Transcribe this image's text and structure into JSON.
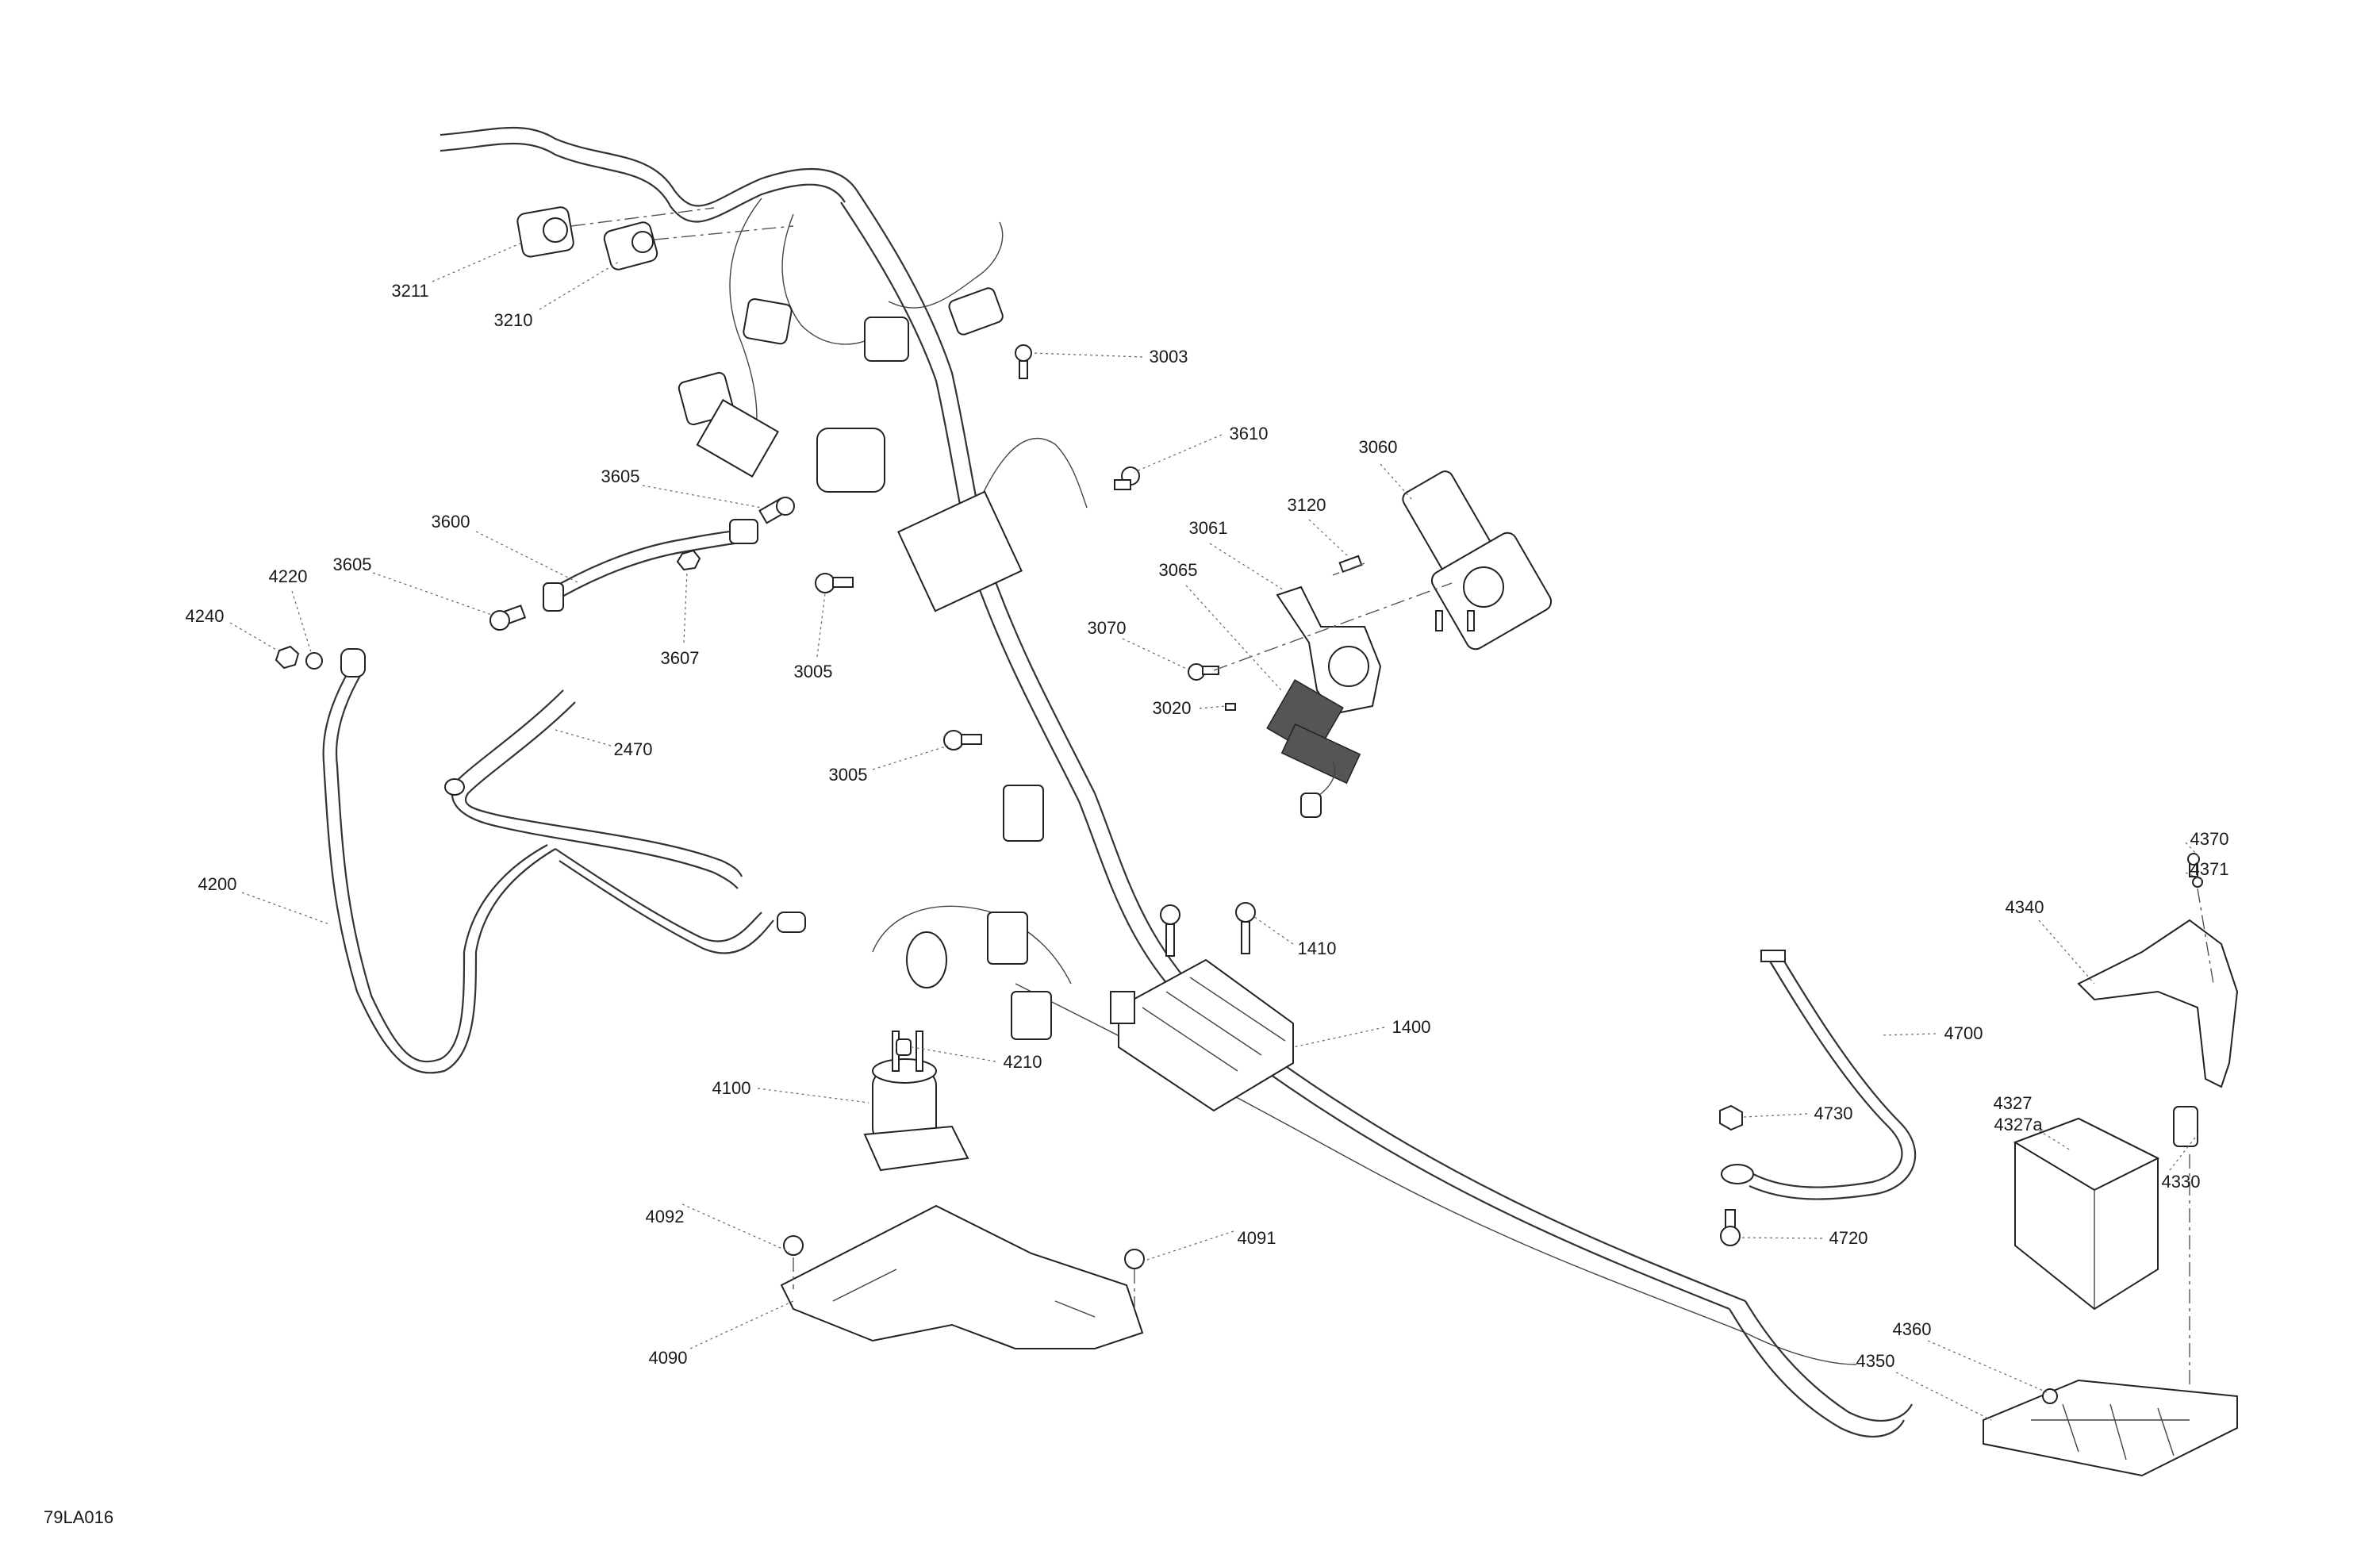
{
  "figure_code": "79LA016",
  "callouts": [
    {
      "id": "3211",
      "label": "3211",
      "part": "connector"
    },
    {
      "id": "3210",
      "label": "3210",
      "part": "connector"
    },
    {
      "id": "3003",
      "label": "3003",
      "part": "screw"
    },
    {
      "id": "3610",
      "label": "3610",
      "part": "screw"
    },
    {
      "id": "3060",
      "label": "3060",
      "part": "actuator"
    },
    {
      "id": "3120",
      "label": "3120",
      "part": "screw"
    },
    {
      "id": "3061",
      "label": "3061",
      "part": "bracket"
    },
    {
      "id": "3065",
      "label": "3065",
      "part": "fuse-block"
    },
    {
      "id": "3070",
      "label": "3070",
      "part": "screw"
    },
    {
      "id": "3020",
      "label": "3020",
      "part": "screw"
    },
    {
      "id": "3605a",
      "label": "3605",
      "part": "screw"
    },
    {
      "id": "3600",
      "label": "3600",
      "part": "ground-cable"
    },
    {
      "id": "3605b",
      "label": "3605",
      "part": "screw"
    },
    {
      "id": "4220",
      "label": "4220",
      "part": "washer"
    },
    {
      "id": "4240",
      "label": "4240",
      "part": "nut"
    },
    {
      "id": "3607",
      "label": "3607",
      "part": "nut"
    },
    {
      "id": "3005a",
      "label": "3005",
      "part": "screw"
    },
    {
      "id": "2470",
      "label": "2470",
      "part": "hose"
    },
    {
      "id": "3005b",
      "label": "3005",
      "part": "screw"
    },
    {
      "id": "4200",
      "label": "4200",
      "part": "battery-cable"
    },
    {
      "id": "1410",
      "label": "1410",
      "part": "screw"
    },
    {
      "id": "1400",
      "label": "1400",
      "part": "voltage-regulator"
    },
    {
      "id": "4210",
      "label": "4210",
      "part": "nut"
    },
    {
      "id": "4100",
      "label": "4100",
      "part": "starter-solenoid"
    },
    {
      "id": "4092",
      "label": "4092",
      "part": "rivet"
    },
    {
      "id": "4091",
      "label": "4091",
      "part": "rivet"
    },
    {
      "id": "4090",
      "label": "4090",
      "part": "support"
    },
    {
      "id": "4700",
      "label": "4700",
      "part": "ground-cable"
    },
    {
      "id": "4730",
      "label": "4730",
      "part": "nut"
    },
    {
      "id": "4720",
      "label": "4720",
      "part": "screw"
    },
    {
      "id": "4370",
      "label": "4370",
      "part": "screw"
    },
    {
      "id": "4371",
      "label": "4371",
      "part": "washer"
    },
    {
      "id": "4340",
      "label": "4340",
      "part": "battery-bracket"
    },
    {
      "id": "4327",
      "label": "4327",
      "part": "battery"
    },
    {
      "id": "4327a",
      "label": "4327a",
      "part": "battery"
    },
    {
      "id": "4330",
      "label": "4330",
      "part": "terminal-cover"
    },
    {
      "id": "4360",
      "label": "4360",
      "part": "rivet"
    },
    {
      "id": "4350",
      "label": "4350",
      "part": "battery-tray"
    }
  ]
}
